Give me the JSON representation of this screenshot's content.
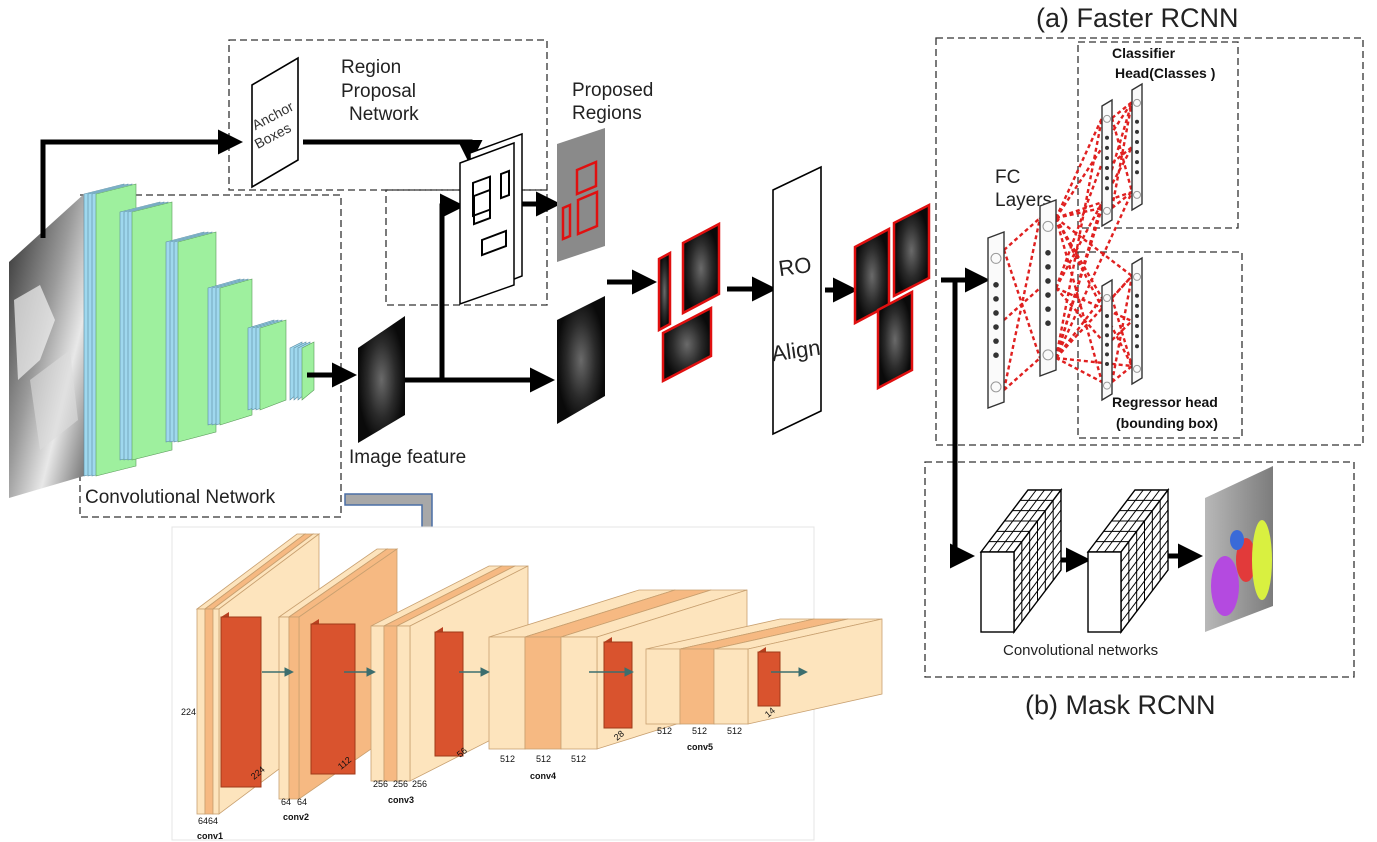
{
  "titles": {
    "faster": "(a) Faster RCNN",
    "mask": "(b) Mask RCNN"
  },
  "labels": {
    "rpn_line1": "Region",
    "rpn_line2": "Proposal",
    "rpn_line3": "Network",
    "anchor_line1": "Anchor",
    "anchor_line2": "Boxes",
    "proposed_line1": "Proposed",
    "proposed_line2": "Regions",
    "image_feature": "Image feature",
    "conv_network": "Convolutional Network",
    "roi_line1": "RO",
    "roi_line2": "Align",
    "fc_line1": "FC",
    "fc_line2": "Layers",
    "classifier_line1": "Classifier",
    "classifier_line2": "Head(Classes )",
    "regressor_line1": "Regressor head",
    "regressor_line2": "(bounding box)",
    "conv_networks": "Convolutional networks"
  },
  "vgg": {
    "blocks": [
      {
        "name": "conv1",
        "channels": "6464",
        "spatial": "224",
        "spatial_side": "224"
      },
      {
        "name": "conv2",
        "channels": [
          "64",
          "64"
        ],
        "spatial": "112"
      },
      {
        "name": "conv3",
        "channels": [
          "256",
          "256",
          "256"
        ],
        "spatial": "56"
      },
      {
        "name": "conv4",
        "channels": [
          "512",
          "512",
          "512"
        ],
        "spatial": "28"
      },
      {
        "name": "conv5",
        "channels": [
          "512",
          "512",
          "512"
        ],
        "spatial": "14"
      }
    ]
  },
  "colors": {
    "arrow": "#000000",
    "proposal_red": "#e01010",
    "fc_dashed": "#e02020",
    "block_light": "#fde4bd",
    "block_mid": "#f6b982",
    "block_dark": "#d9532e",
    "cnn_green": "#9ef09e",
    "cnn_blue": "#9fd8ee",
    "down_arrow": "#a8a8a8",
    "down_arrow_edge": "#4a6fa5"
  }
}
